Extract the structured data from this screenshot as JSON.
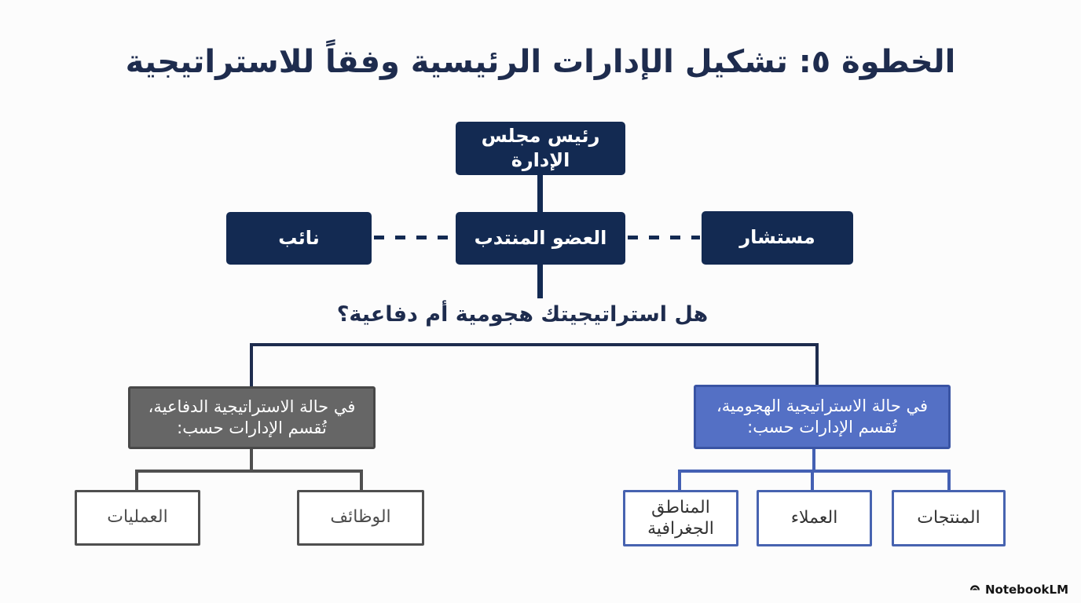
{
  "title": "الخطوة ٥: تشكيل الإدارات الرئيسية وفقاً للاستراتيجية",
  "nodes": {
    "chairman": "رئيس مجلس الإدارة",
    "deputy": "نائب",
    "managing_director": "العضو المنتدب",
    "consultant": "مستشار"
  },
  "question": "هل استراتيجيتك هجومية أم دفاعية؟",
  "branches": {
    "defensive": {
      "label": "في حالة الاستراتيجية الدفاعية،\nتُقسم الإدارات حسب:",
      "children": [
        "العمليات",
        "الوظائف"
      ]
    },
    "offensive": {
      "label": "في حالة الاستراتيجية الهجومية،\nتُقسم الإدارات حسب:",
      "children": [
        "المناطق الجغرافية",
        "العملاء",
        "المنتجات"
      ]
    }
  },
  "colors": {
    "navy_box": "#132a52",
    "title_text": "#1e2c4e",
    "defensive_fill": "#666666",
    "defensive_border": "#484848",
    "offensive_fill": "#5470c5",
    "offensive_border": "#3a54a4",
    "background": "#fcfcfc"
  },
  "watermark": {
    "label": "NotebookLM"
  }
}
